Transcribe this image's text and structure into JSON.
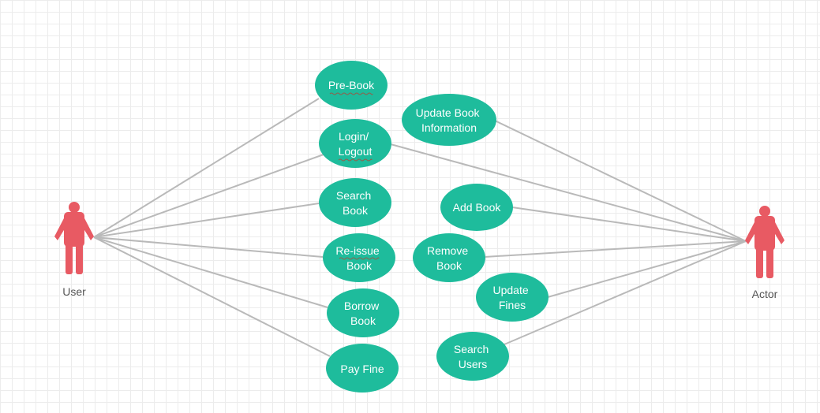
{
  "diagram": {
    "actors": {
      "user": {
        "label": "User",
        "color": "#e85a63"
      },
      "actor": {
        "label": "Actor",
        "color": "#e85a63"
      }
    },
    "use_case_color": "#1ebc9c",
    "edge_color": "#b9b9b9",
    "use_cases": {
      "pre_book": [
        "Pre-Book"
      ],
      "login_logout": [
        "Login/",
        "Logout"
      ],
      "search_book": [
        "Search",
        "Book"
      ],
      "reissue_book": [
        "Re-issue",
        "Book"
      ],
      "borrow_book": [
        "Borrow",
        "Book"
      ],
      "pay_fine": [
        "Pay Fine"
      ],
      "update_book_information": [
        "Update Book",
        "Information"
      ],
      "add_book": [
        "Add Book"
      ],
      "remove_book": [
        "Remove",
        "Book"
      ],
      "update_fines": [
        "Update",
        "Fines"
      ],
      "search_users": [
        "Search",
        "Users"
      ]
    },
    "associations": [
      [
        "user",
        "pre_book"
      ],
      [
        "user",
        "login_logout"
      ],
      [
        "user",
        "search_book"
      ],
      [
        "user",
        "reissue_book"
      ],
      [
        "user",
        "borrow_book"
      ],
      [
        "user",
        "pay_fine"
      ],
      [
        "actor",
        "update_book_information"
      ],
      [
        "actor",
        "login_logout"
      ],
      [
        "actor",
        "add_book"
      ],
      [
        "actor",
        "remove_book"
      ],
      [
        "actor",
        "update_fines"
      ],
      [
        "actor",
        "search_users"
      ]
    ]
  }
}
